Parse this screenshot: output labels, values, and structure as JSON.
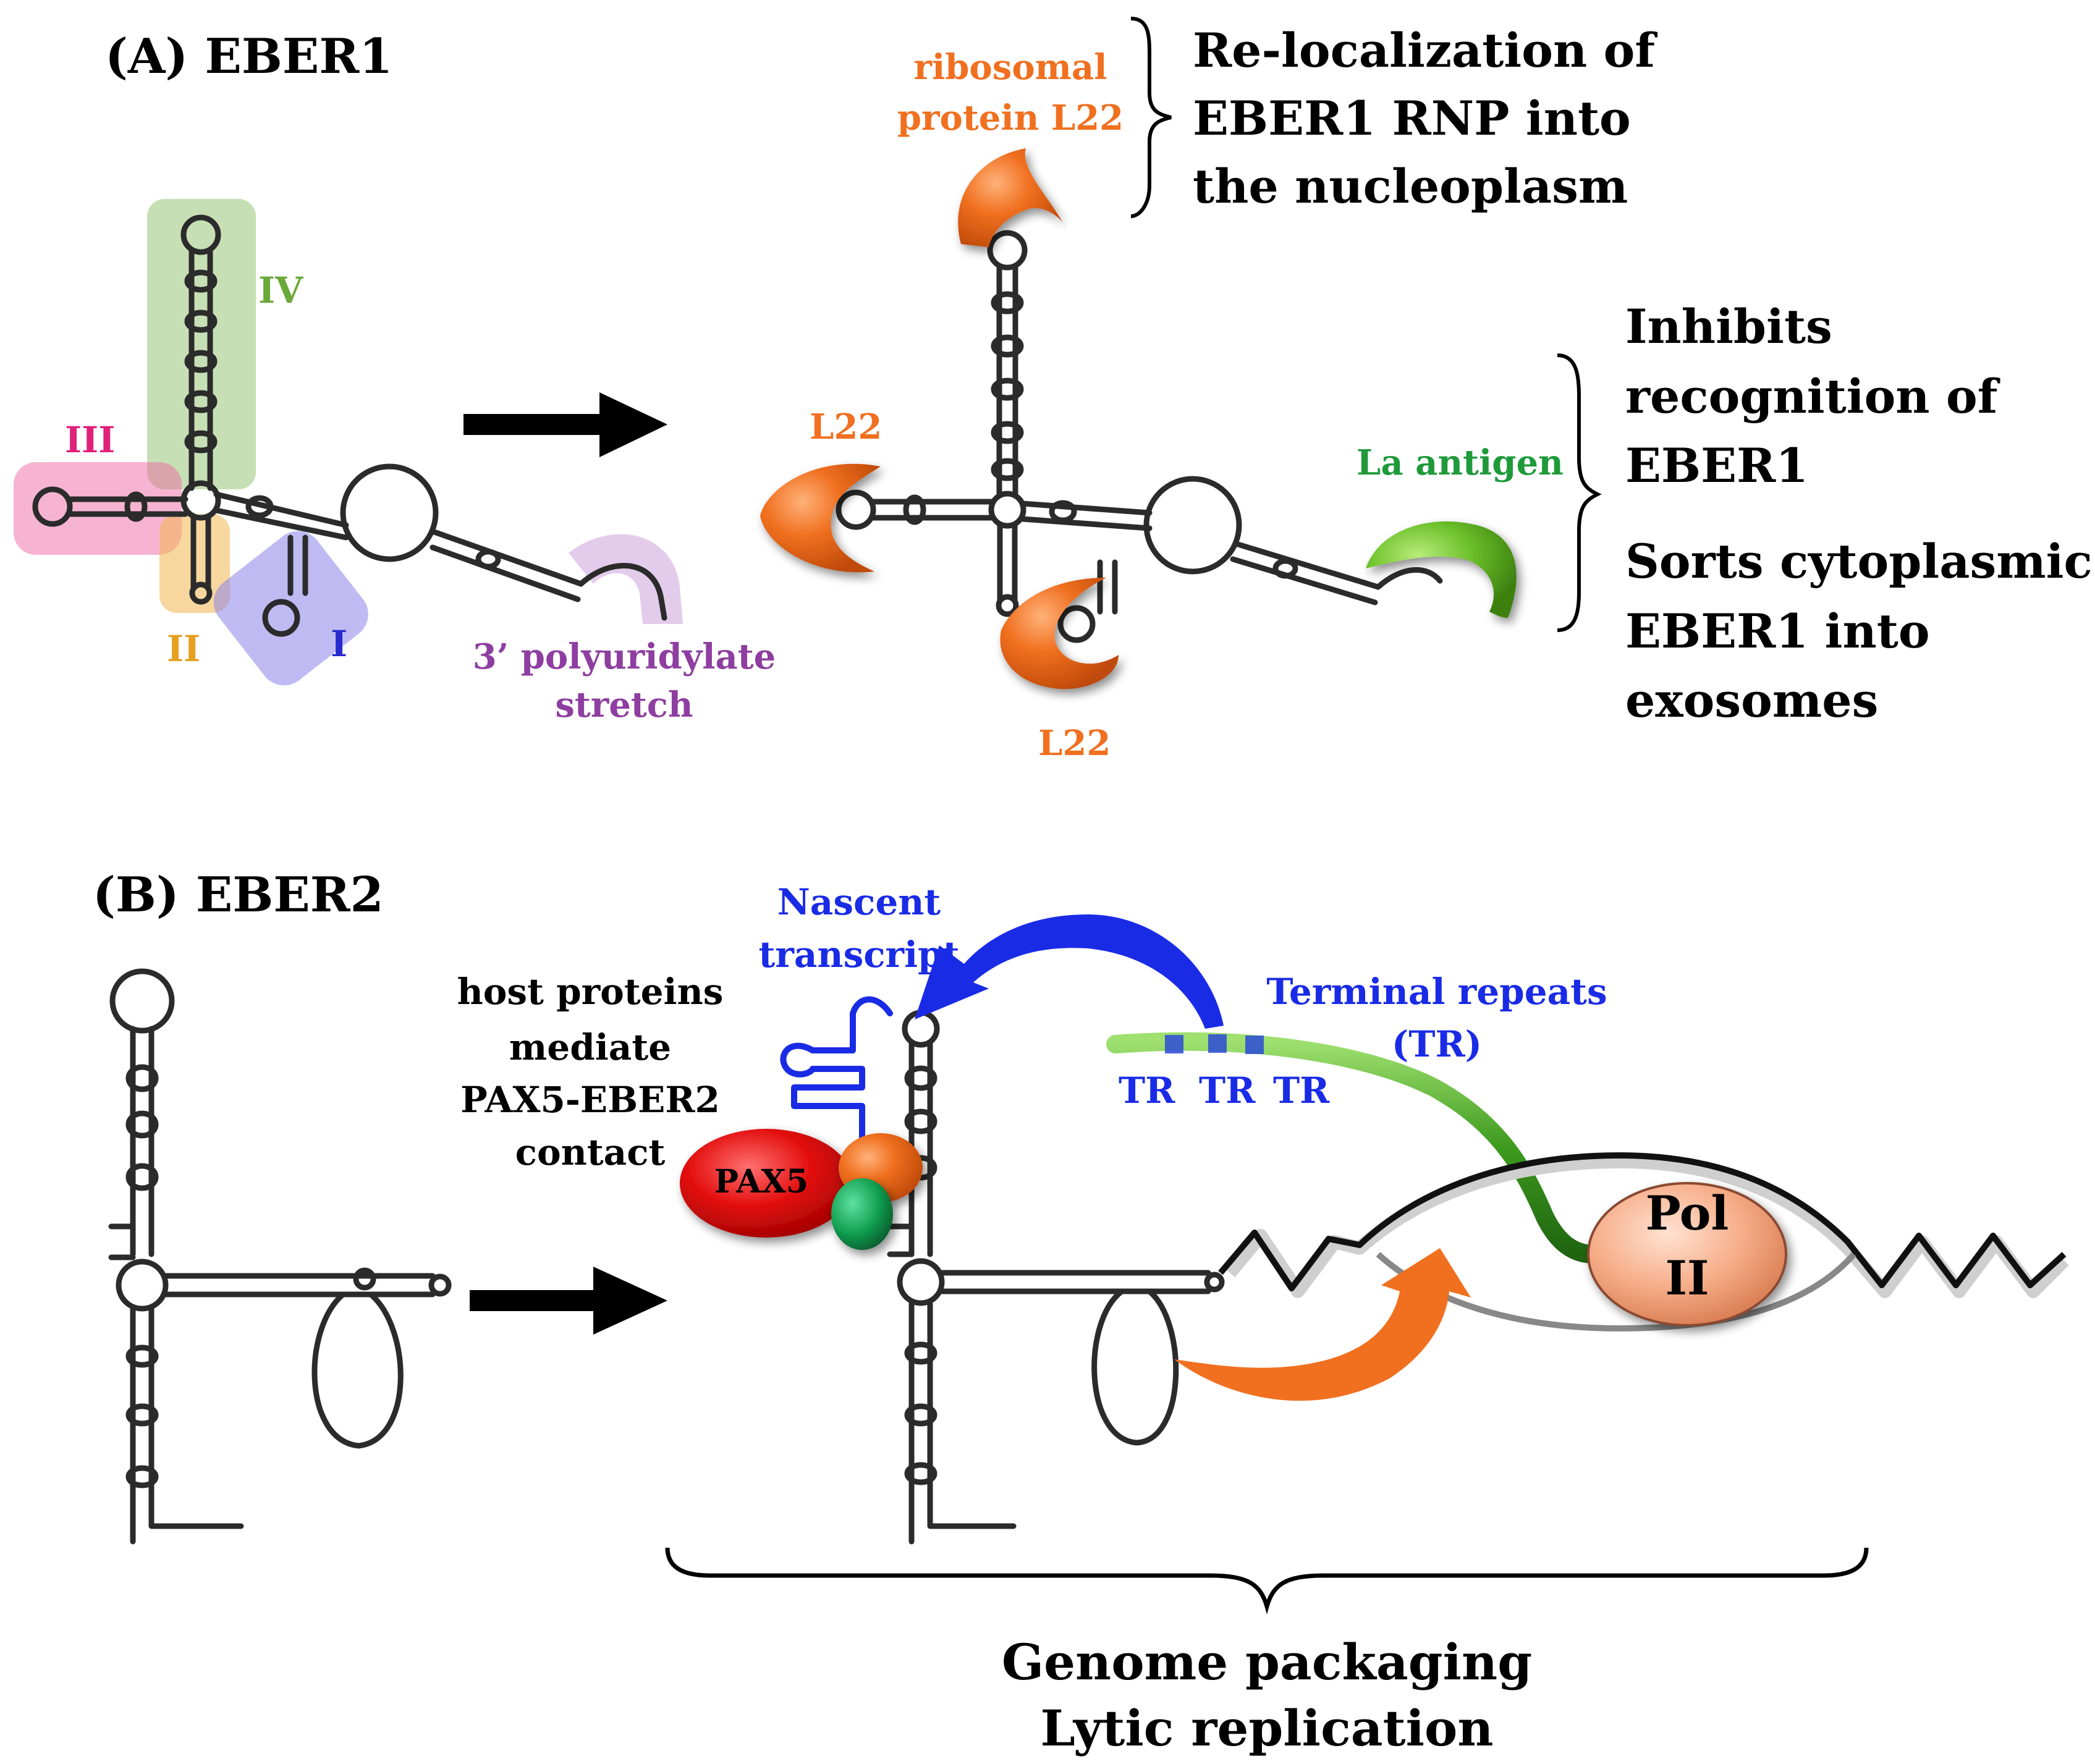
{
  "panelA": {
    "title": "(A) EBER1",
    "domains": {
      "IV": "IV",
      "III": "III",
      "II": "II",
      "I": "I",
      "polyU_line1": "3’ polyuridylate",
      "polyU_line2": "stretch"
    },
    "proteins": {
      "top_line1": "ribosomal",
      "top_line2": "protein L22",
      "left": "L22",
      "bottom": "L22",
      "la": "La antigen"
    },
    "functions": {
      "reloc_1": "Re-localization of",
      "reloc_2": "EBER1 RNP into",
      "reloc_3": "the nucleoplasm",
      "inhibit_1": "Inhibits",
      "inhibit_2": "recognition of",
      "inhibit_3": "EBER1",
      "sorts_1": "Sorts cytoplasmic",
      "sorts_2": "EBER1 into",
      "sorts_3": "exosomes"
    }
  },
  "panelB": {
    "title": "(B)  EBER2",
    "nascent_1": "Nascent",
    "nascent_2": "transcript",
    "host_1": "host proteins",
    "host_2": "mediate",
    "host_3": "PAX5-EBER2",
    "host_4": "contact",
    "pax5": "PAX5",
    "tr_title_1": "Terminal repeats",
    "tr_title_2": "(TR)",
    "tr_labels": [
      "TR",
      "TR",
      "TR"
    ],
    "pol_1": "Pol",
    "pol_2": "II",
    "outcome_1": "Genome packaging",
    "outcome_2": "Lytic replication"
  },
  "colors": {
    "IV": "#6aa83a",
    "III": "#e0217a",
    "II": "#e6a020",
    "I": "#2a2ad0",
    "polyU": "#8e3ea0",
    "L22": "#f07020",
    "La": "#1f9a3a",
    "blue": "#1a2be6",
    "pax5": "#e01010",
    "pol": "#f2a07a"
  }
}
